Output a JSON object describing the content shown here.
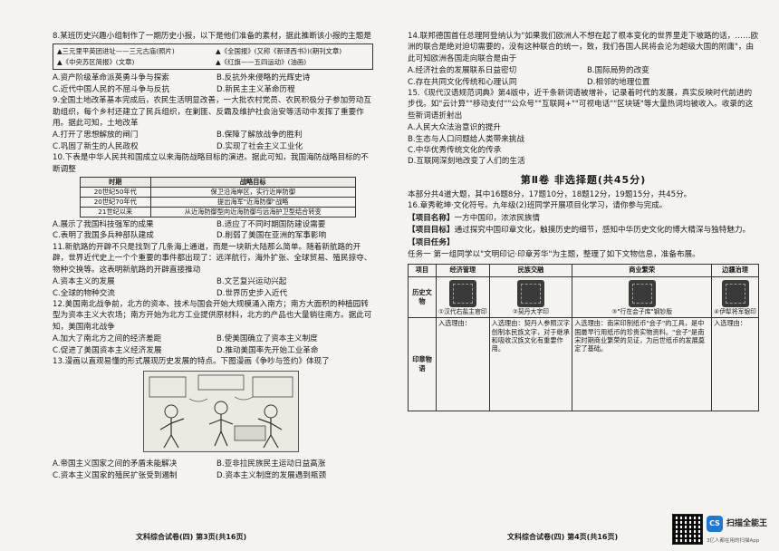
{
  "left": {
    "q8": {
      "stem": "8.某班历史兴趣小组制作了一期历史小报，以下是他们准备的素材，据此推断该小报的主题是",
      "materials": [
        "▲三元里平英团进址——三元古庙(照片)",
        "▲《全国报》(又称《新译西书》)(期刊文章)",
        "▲《中央苏区简报》(文章)",
        "▲《红旗——五四运动》(油画)"
      ],
      "options": [
        "A.资产阶级革命派英勇斗争与探索",
        "B.反抗外来侵略的光辉史诗",
        "C.近代中国人民的不屈斗争与反抗",
        "D.新民主主义革命历程"
      ]
    },
    "q9": {
      "stem": "9.全国土地改革基本完成后，农民生活明显改善，一大批农村党员、农民积极分子参加劳动互助组织，每个乡村还建立了民兵组织，在剿匪、反霸及维护社会治安等活动中发挥了重要作用。据此可知，土地改革",
      "options": [
        "A.打开了思想解放的闸门",
        "B.保障了解放战争的胜利",
        "C.巩固了新生的人民政权",
        "D.实现了社会主义工业化"
      ]
    },
    "q10": {
      "stem": "10.下表是中华人民共和国成立以来海防战略目标的演进。据此可知，我国海防战略目标的不断调整",
      "headers": [
        "时期",
        "战略目标"
      ],
      "rows": [
        [
          "20世纪50年代",
          "保卫沿海岸区，实行近岸防御"
        ],
        [
          "20世纪70年代",
          "提出海军\"近海防御\"战略"
        ],
        [
          "21世纪以来",
          "从近海防御型向近海防御与远海护卫型结合转变"
        ]
      ],
      "options": [
        "A.展示了我国科技强军的成果",
        "B.适应了不同时期国防建设需要",
        "C.表明了我国多兵种部队建成",
        "D.削弱了美国在亚洲的军事影响"
      ]
    },
    "q11": {
      "stem": "11.新航路的开辟不只是找到了几条海上通道，而是一块新大陆那么简单。随着新航路的开辟，世界近代史上一个个重要的事件都出现了：远洋航行，海外扩张、全球贸易、殖民掠夺、物种交换等。这表明新航路的开辟直接推动",
      "options": [
        "A.资本主义的发展",
        "B.文艺复兴运动兴起",
        "C.全球的物种交流",
        "D.世界历史步入近代"
      ]
    },
    "q12": {
      "stem": "12.美国南北战争前，北方的资本、技术与国会开始大规模涌入南方；南方大面积的种植园转型为资本主义大农场；南方开始为北方工业提供原材料，北方的产品也大量销往南方。据此可知，美国南北战争",
      "options": [
        "A.加大了南北方之间的经济差距",
        "B.使美国确立了资本主义制度",
        "C.促进了美国资本主义经济发展",
        "D.推动美国率先开始工业革命"
      ]
    },
    "q13": {
      "stem": "13.漫画以直观易懂的形式展现历史发展的特点。下图漫画《争吵与签约》体现了",
      "options": [
        "A.帝国主义国家之间的矛盾未能解决",
        "B.亚非拉民族民主运动日益高涨",
        "C.资本主义国家的殖民扩张受到遏制",
        "D.资本主义制度的发展遇到瓶颈"
      ]
    },
    "footer": "文科综合试卷(四)   第3页(共16页)"
  },
  "right": {
    "q14": {
      "stem": "14.联邦德国首任总理阿登纳认为\"如果我们欧洲人不想在起了根本变化的世界里走下坡路的话，……欧洲的联合是绝对迫切需要的，没有这种联合的统一，致，我们各国人民将会沦为超级大国的附庸\"，由此可知欧洲各国走向联合是由于",
      "options": [
        "A.经济社会的发展联系日益密切",
        "B.国际局势的改变",
        "C.存在共同文化传统和心理认同",
        "D.相邻的地理位置"
      ]
    },
    "q15": {
      "stem": "15.《现代汉语规范词典》第4版中，近千条新词语被增补，记录着时代的发展，真实反映时代前进的步伐。如\"云计算\"\"移动支付\"\"公众号\"\"互联网+\"\"可视电话\"\"区块链\"等大量热词均被收入。收录的这些新词语折射出",
      "options": [
        "A.人民大众法治意识的提升",
        "B.生态与人口问题给人类带来挑战",
        "C.中华优秀传统文化的传承",
        "D.互联网深刻地改变了人们的生活"
      ]
    },
    "section_title": "第Ⅱ卷   非选择题(共45分)",
    "section_note": "本部分共4道大题，其中16题8分，17题10分，18题12分，19题15分，共45分。",
    "q16": {
      "stem": "16.章秀乾坤·文化符号。九年级(2)班同学开展项目化学习，请你参与完成。",
      "theme_tag": "【项目名称】",
      "theme": "一方中国印，浓浓民族情",
      "goal_tag": "【项目目标】",
      "goal": "通过探究中国印章文化，触摸历史的细节，感知中华历史文化的博大精深与独特魅力。",
      "task_tag": "【项目任务】",
      "task": "任务一   第一组同学以\"文明印记·印章芳华\"为主题，整理了如下文物信息，准备布展。",
      "table": {
        "corner": "项目",
        "columns": [
          "经济管理",
          "民族交融",
          "商业繁荣",
          "边疆治理"
        ],
        "row1_head": "历史文物",
        "captions": [
          "①汉代右盐主官印",
          "②契丹大字印",
          "③\"行在会子库\"钢钞版",
          "④伊犁将军银印"
        ],
        "row2_head": "印章物语",
        "stories": [
          "入选理由：",
          "入选理由：契丹人参照汉字创制本民族文字，对于继承和吸收汉族文化有重要作用。",
          "入选理由：南宋印制纸币\"会子\"的工具，是中国最早行用纸币的珍贵实物资料。\"会子\"是南宋时期商业繁荣的见证，为后世纸币的发展奠定了基础。",
          "入选理由："
        ]
      }
    },
    "footer": "文科综合试卷(四)   第4页(共16页)"
  },
  "watermark": {
    "badge": "CS",
    "name": "扫描全能王",
    "sub": "3亿人都在用的扫描App"
  }
}
